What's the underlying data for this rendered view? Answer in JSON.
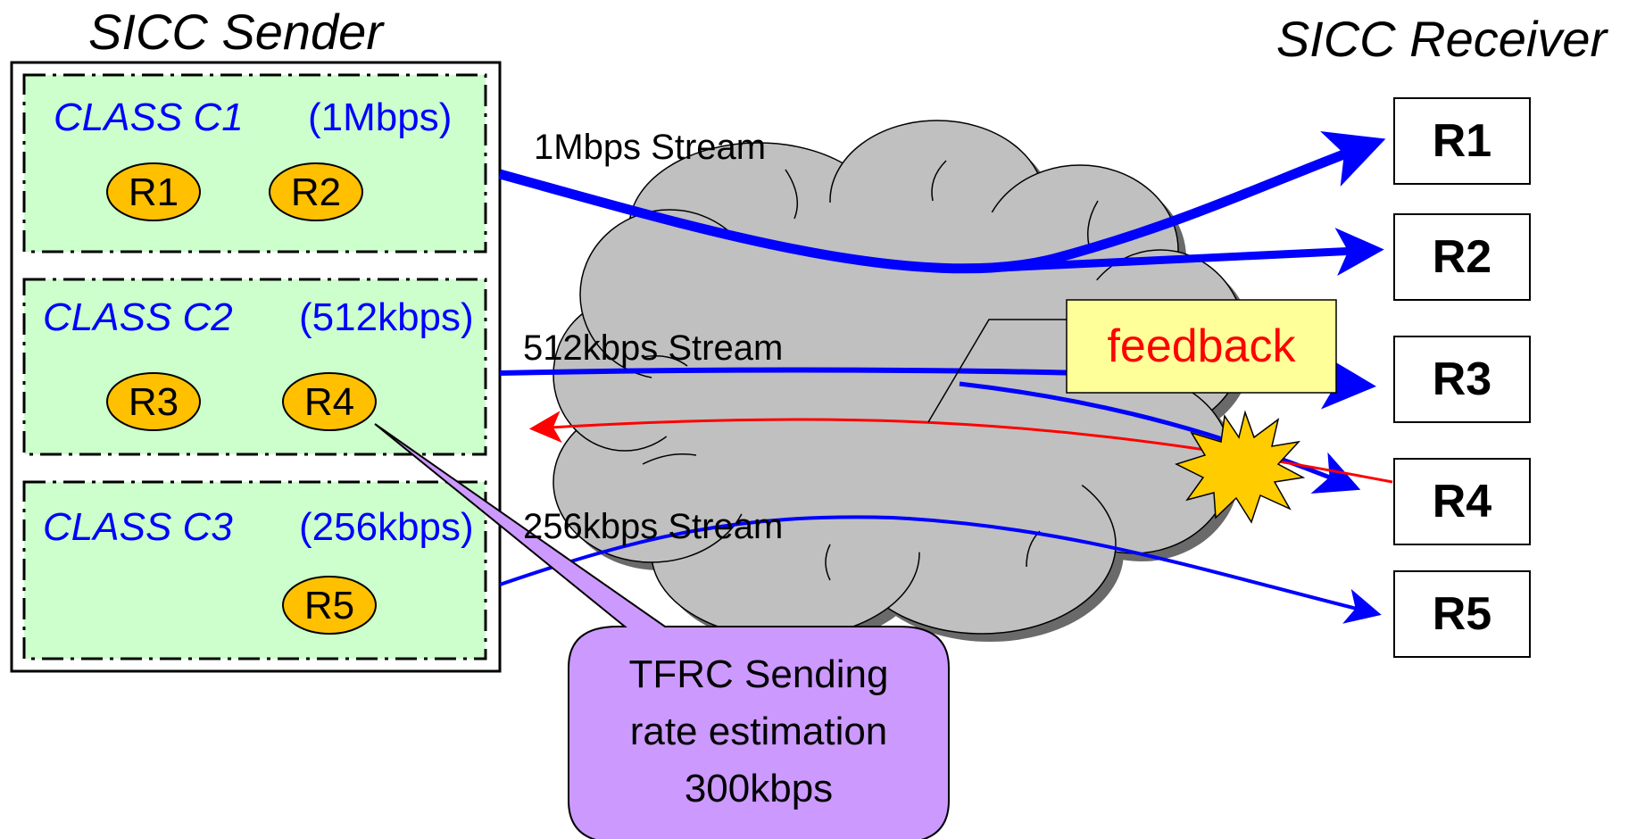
{
  "sender": {
    "title": "SICC Sender",
    "classes": [
      {
        "name": "CLASS C1",
        "rate": "(1Mbps)",
        "receivers": [
          "R1",
          "R2"
        ]
      },
      {
        "name": "CLASS C2",
        "rate": "(512kbps)",
        "receivers": [
          "R3",
          "R4"
        ]
      },
      {
        "name": "CLASS C3",
        "rate": "(256kbps)",
        "receivers": [
          "R5"
        ]
      }
    ]
  },
  "receiver": {
    "title": "SICC Receiver",
    "nodes": [
      "R1",
      "R2",
      "R3",
      "R4",
      "R5"
    ]
  },
  "streams": {
    "s1": "1Mbps Stream",
    "s2": "512kbps Stream",
    "s3": "256kbps Stream"
  },
  "feedback_label": "feedback",
  "callout": {
    "line1": "TFRC Sending",
    "line2": "rate estimation",
    "line3": "300kbps"
  },
  "colors": {
    "stream_blue": "#0000ff",
    "feedback_red": "#ff0000",
    "class_fill": "#ccffcc",
    "receiver_chip": "#ffc000",
    "cloud": "#c0c0c0",
    "feedback_box": "#ffff99",
    "callout_fill": "#cc99ff",
    "burst": "#ffcc00"
  }
}
